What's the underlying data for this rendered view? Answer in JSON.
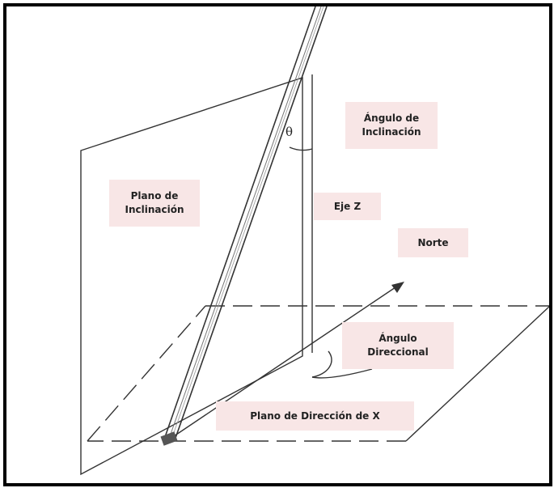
{
  "diagram": {
    "labels": {
      "angulo_inclinacion": "Ángulo de\nInclinación",
      "plano_inclinacion": "Plano de\nInclinación",
      "eje_z": "Eje  Z",
      "norte": "Norte",
      "angulo_direccional": "Ángulo\nDireccional",
      "plano_direccion": "Plano de Dirección de X",
      "theta": "θ"
    },
    "colors": {
      "label_background": "#f8e6e6",
      "line": "#333333",
      "border": "#000000"
    }
  }
}
